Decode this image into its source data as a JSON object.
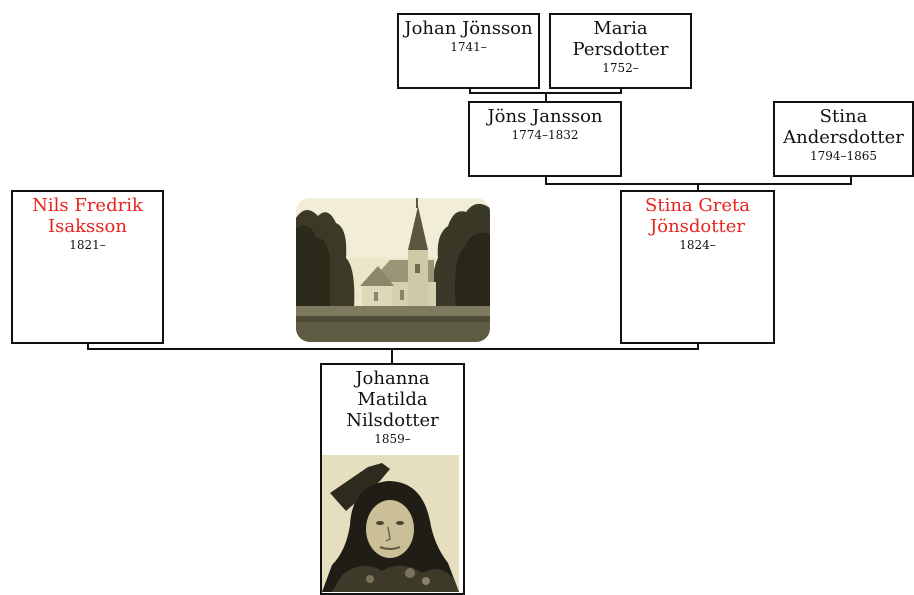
{
  "tree": {
    "focus": {
      "name": "Johanna Matilda Nilsdotter",
      "years": "1859–"
    },
    "father": {
      "name": "Nils Fredrik Isaksson",
      "years": "1821–"
    },
    "mother": {
      "name": "Stina Greta Jönsdotter",
      "years": "1824–"
    },
    "maternal_grandfather": {
      "name": "Jöns Jansson",
      "years": "1774–1832"
    },
    "maternal_grandmother": {
      "name": "Stina Andersdotter",
      "years": "1794–1865"
    },
    "great_grandfather": {
      "name": "Johan Jönsson",
      "years": "1741–"
    },
    "great_grandmother": {
      "name": "Maria Persdotter",
      "years": "1752–"
    }
  },
  "colors": {
    "highlight_name": "#e8231e",
    "box_border": "#111111",
    "photo_sepia": "#e6dfbf"
  },
  "icons": {
    "church_photo": "church-photo",
    "portrait_photo": "portrait-photo"
  }
}
